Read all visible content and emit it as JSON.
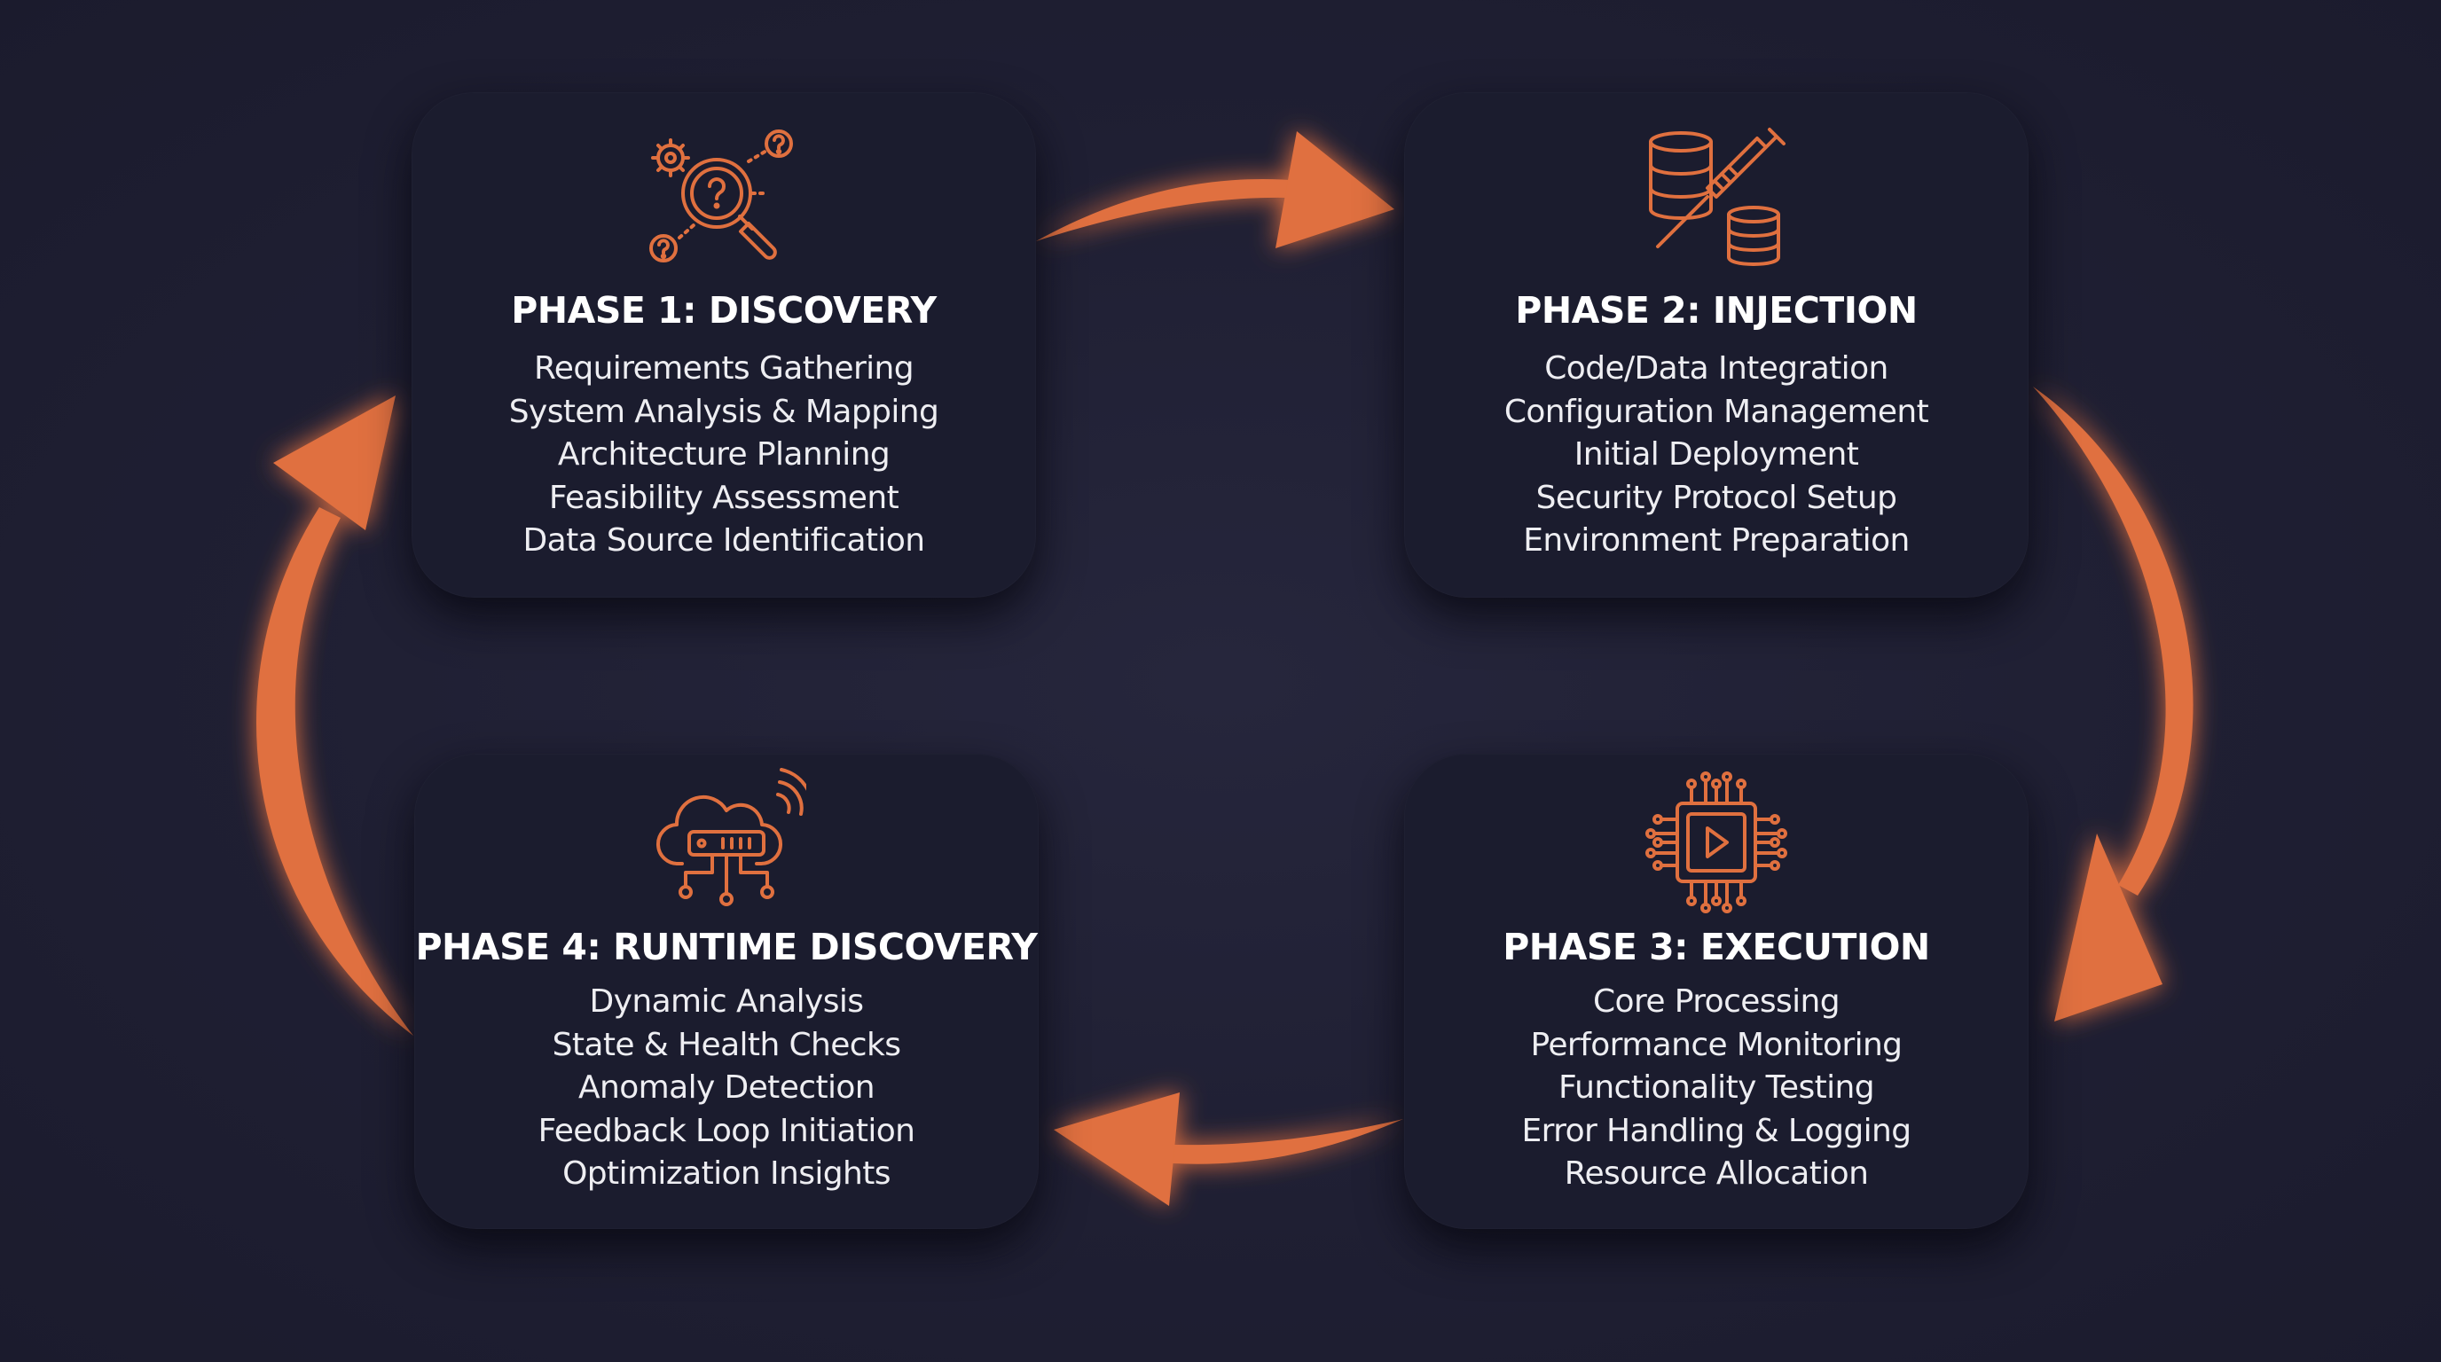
{
  "colors": {
    "background": "#1f1f33",
    "card": "#1b1c2e",
    "accent": "#e0703f",
    "text": "#ffffff"
  },
  "phases": [
    {
      "title": "PHASE 1: DISCOVERY",
      "icon": "magnifier-gear-question-icon",
      "items": [
        "Requirements Gathering",
        "System Analysis & Mapping",
        "Architecture Planning",
        "Feasibility Assessment",
        "Data Source Identification"
      ]
    },
    {
      "title": "PHASE 2: INJECTION",
      "icon": "database-syringe-icon",
      "items": [
        "Code/Data Integration",
        "Configuration Management",
        "Initial Deployment",
        "Security Protocol Setup",
        "Environment Preparation"
      ]
    },
    {
      "title": "PHASE 3: EXECUTION",
      "icon": "chip-play-icon",
      "items": [
        "Core Processing",
        "Performance Monitoring",
        "Functionality Testing",
        "Error Handling & Logging",
        "Resource Allocation"
      ]
    },
    {
      "title": "PHASE 4: RUNTIME DISCOVERY",
      "icon": "cloud-server-network-icon",
      "items": [
        "Dynamic Analysis",
        "State & Health Checks",
        "Anomaly Detection",
        "Feedback Loop Initiation",
        "Optimization Insights"
      ]
    }
  ],
  "cycle": [
    {
      "from": "PHASE 1: DISCOVERY",
      "to": "PHASE 2: INJECTION"
    },
    {
      "from": "PHASE 2: INJECTION",
      "to": "PHASE 3: EXECUTION"
    },
    {
      "from": "PHASE 3: EXECUTION",
      "to": "PHASE 4: RUNTIME DISCOVERY"
    },
    {
      "from": "PHASE 4: RUNTIME DISCOVERY",
      "to": "PHASE 1: DISCOVERY"
    }
  ]
}
